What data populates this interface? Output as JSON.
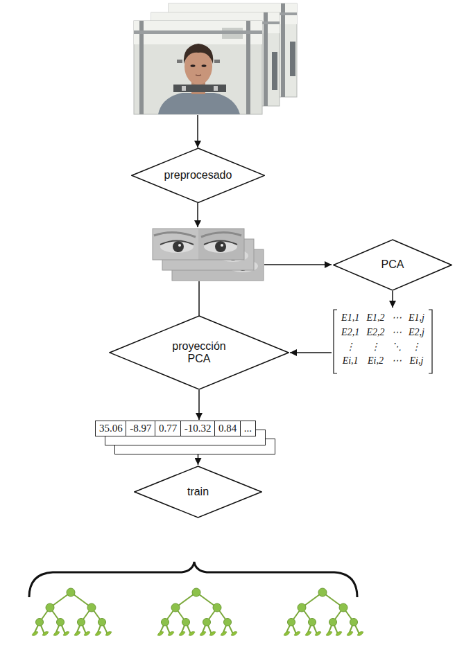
{
  "diagram": {
    "nodes": [
      {
        "text": [
          "preprocesado"
        ]
      },
      {
        "text": [
          "PCA"
        ]
      },
      {
        "text": [
          "E1,1",
          "E1,2",
          "⋯",
          "E1,j",
          "E2,1",
          "E2,2",
          "⋯",
          "E2,j",
          "⋮",
          "⋮",
          "⋱",
          "⋮",
          "Ei,1",
          "Ei,2",
          "⋯",
          "Ei,j"
        ]
      },
      {
        "text": [
          "proyección PCA"
        ]
      },
      {
        "text": [
          "35.06",
          "-8.97",
          "0.77",
          "-10.32",
          "0.84",
          "..."
        ]
      },
      {
        "text": [
          "train"
        ]
      }
    ],
    "edges": [
      {
        "from": 1,
        "to": 2,
        "arrow": "to"
      },
      {
        "from": 2,
        "to": 3,
        "arrow": "to"
      },
      {
        "from": 3,
        "to": 4,
        "arrow": "to"
      },
      {
        "from": 4,
        "to": 5,
        "arrow": "to"
      }
    ]
  }
}
